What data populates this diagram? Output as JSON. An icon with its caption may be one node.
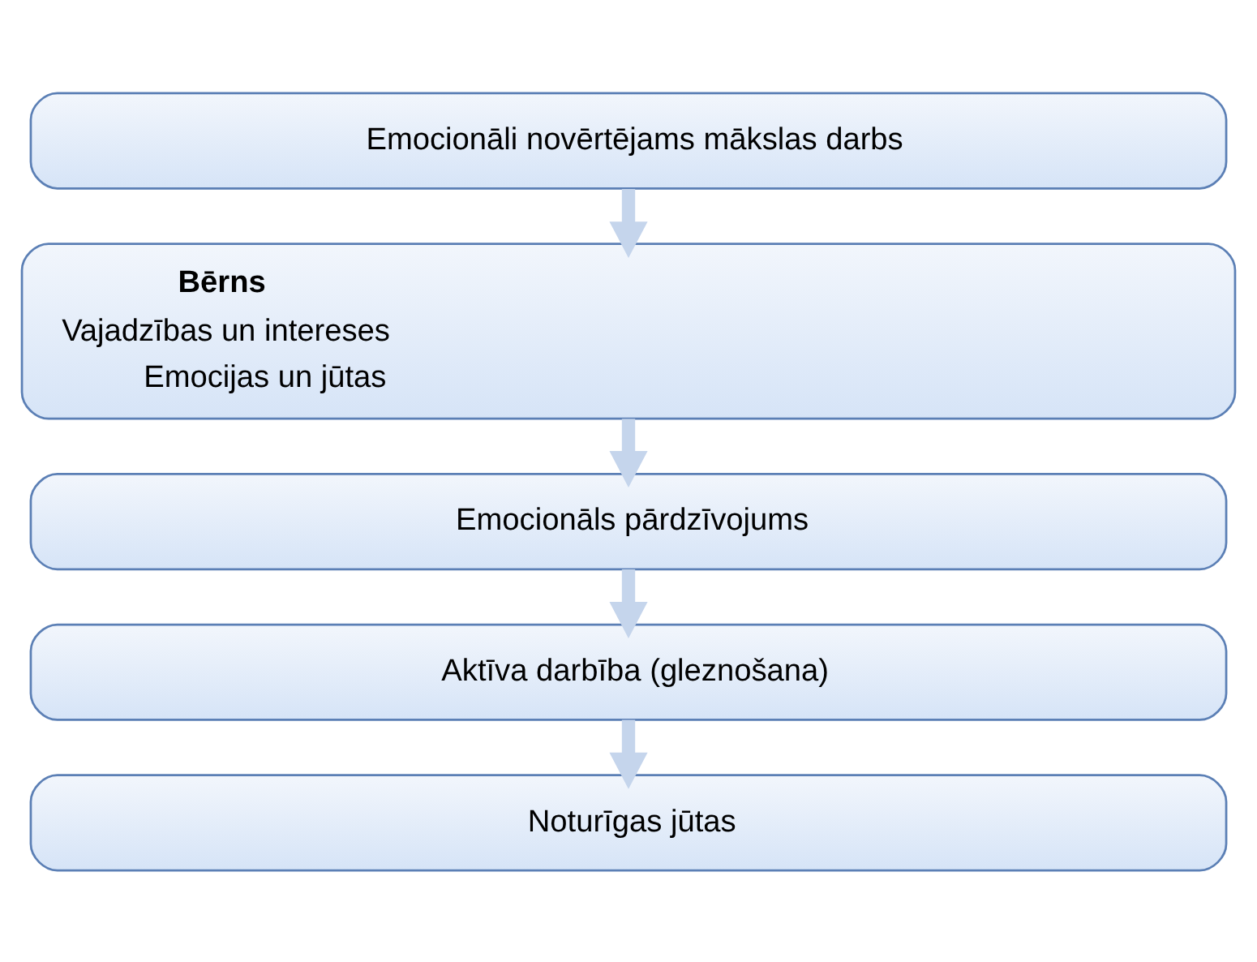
{
  "diagram": {
    "nodes": [
      {
        "text": [
          "Emocionāli novērtējams mākslas darbs"
        ]
      },
      {
        "text": [
          "Bērns",
          "Vajadzības un intereses",
          "Emocijas un jūtas"
        ]
      },
      {
        "text": [
          "Emocionāls pārdzīvojums"
        ]
      },
      {
        "text": [
          "Aktīva darbība (gleznošana)"
        ]
      },
      {
        "text": [
          "Noturīgas jūtas"
        ]
      }
    ],
    "edges": [
      {
        "from": 0,
        "to": 1,
        "arrow": "to"
      },
      {
        "from": 1,
        "to": 2,
        "arrow": "to"
      },
      {
        "from": 2,
        "to": 3,
        "arrow": "to"
      },
      {
        "from": 3,
        "to": 4,
        "arrow": "to"
      }
    ]
  }
}
